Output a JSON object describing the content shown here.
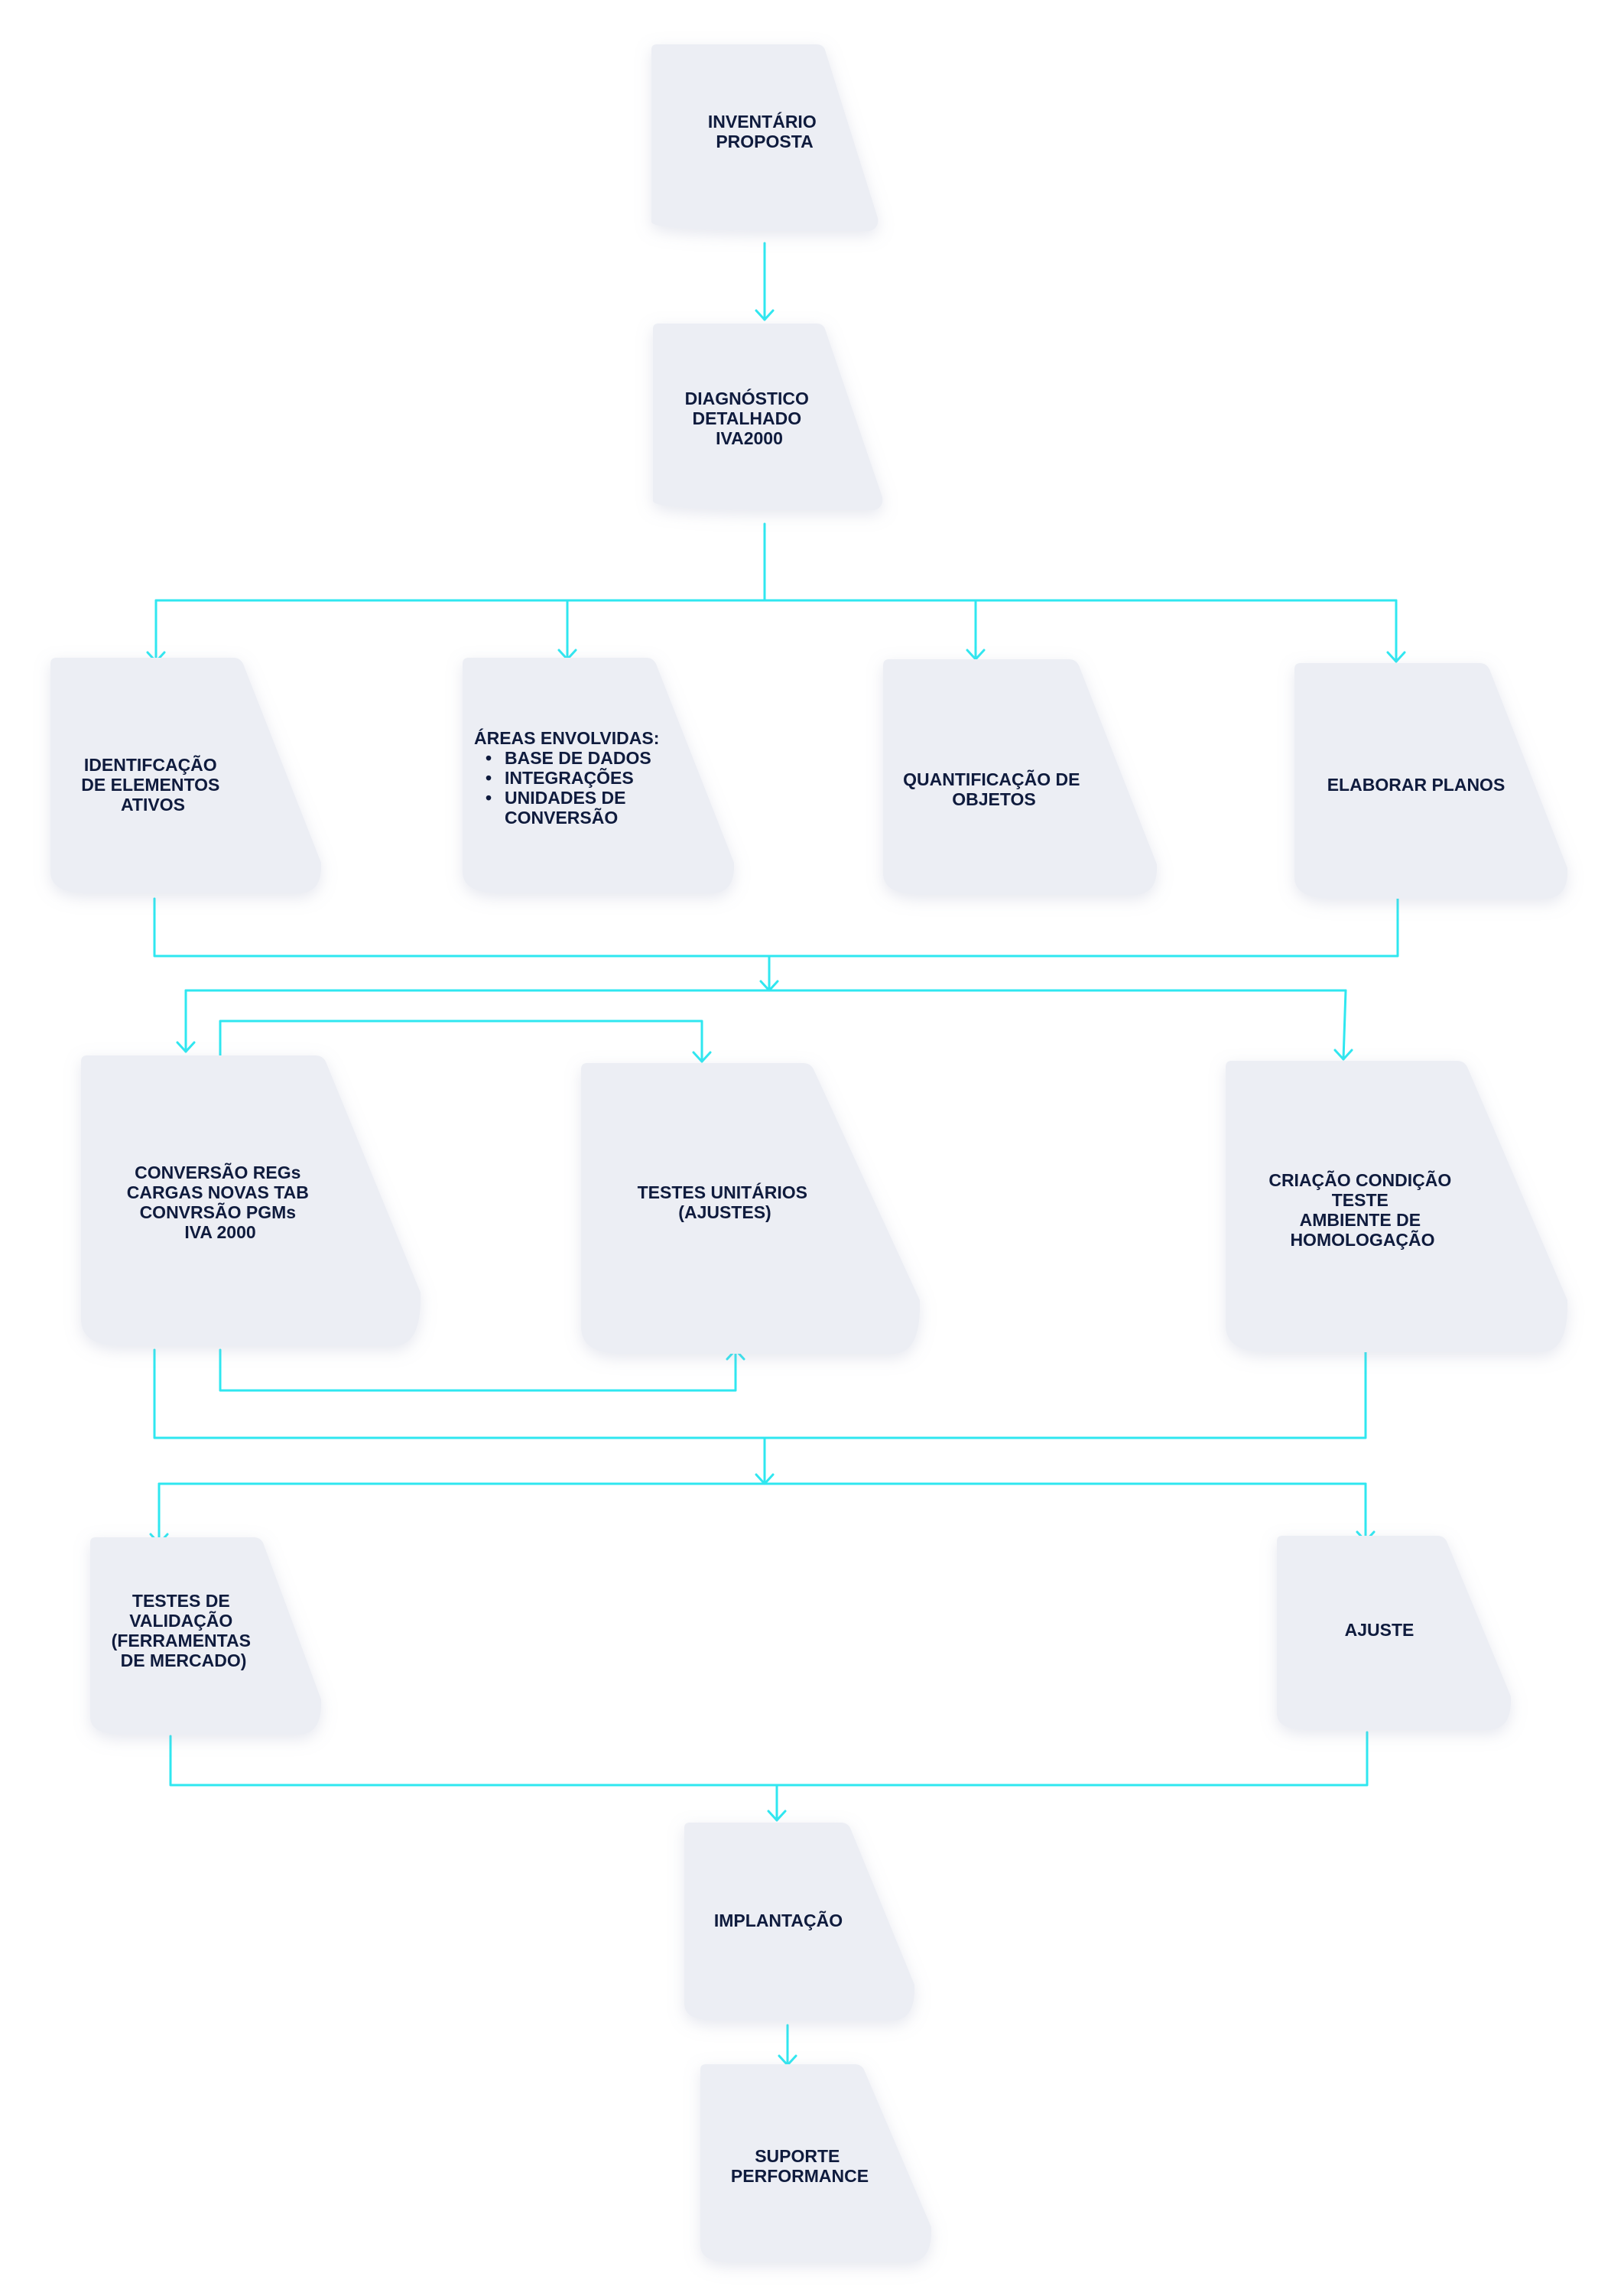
{
  "colors": {
    "connector": "#2fe7f0",
    "node_fill": "#eceef4",
    "text": "#0f1b3d"
  },
  "nodes": {
    "inventario": {
      "lines": [
        "INVENTÁRIO",
        "PROPOSTA"
      ]
    },
    "diagnostico": {
      "lines": [
        "DIAGNÓSTICO",
        "DETALHADO",
        "IVA2000"
      ]
    },
    "identificacao": {
      "lines": [
        "IDENTIFCAÇÃO",
        "DE ELEMENTOS",
        "ATIVOS"
      ]
    },
    "areas": {
      "heading": "ÁREAS ENVOLVIDAS:",
      "bullets": [
        "BASE DE DADOS",
        "INTEGRAÇÕES",
        "UNIDADES DE"
      ],
      "continuation": "CONVERSÃO"
    },
    "quantificacao": {
      "lines": [
        "QUANTIFICAÇÃO DE",
        "OBJETOS"
      ]
    },
    "elaborar": {
      "lines": [
        "ELABORAR PLANOS"
      ]
    },
    "conversao": {
      "lines": [
        "CONVERSÃO REGs",
        "CARGAS NOVAS TAB",
        "CONVRSÃO PGMs",
        "IVA 2000"
      ]
    },
    "testes_unitarios": {
      "lines": [
        "TESTES UNITÁRIOS",
        "(AJUSTES)"
      ]
    },
    "criacao": {
      "lines": [
        "CRIAÇÃO CONDIÇÃO",
        "TESTE",
        "AMBIENTE DE",
        "HOMOLOGAÇÃO"
      ]
    },
    "testes_validacao": {
      "lines": [
        "TESTES DE",
        "VALIDAÇÃO",
        "(FERRAMENTAS",
        "DE MERCADO)"
      ]
    },
    "ajuste": {
      "lines": [
        "AJUSTE"
      ]
    },
    "implantacao": {
      "lines": [
        "IMPLANTAÇÃO"
      ]
    },
    "suporte": {
      "lines": [
        "SUPORTE",
        "PERFORMANCE"
      ]
    }
  }
}
